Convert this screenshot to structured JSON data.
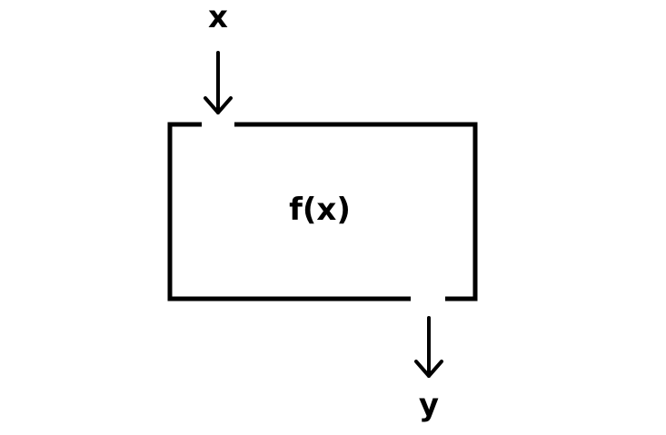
{
  "diagram": {
    "input_label": "x",
    "function_label": "f(x)",
    "output_label": "y"
  },
  "colors": {
    "stroke": "#000000",
    "background": "#ffffff"
  }
}
